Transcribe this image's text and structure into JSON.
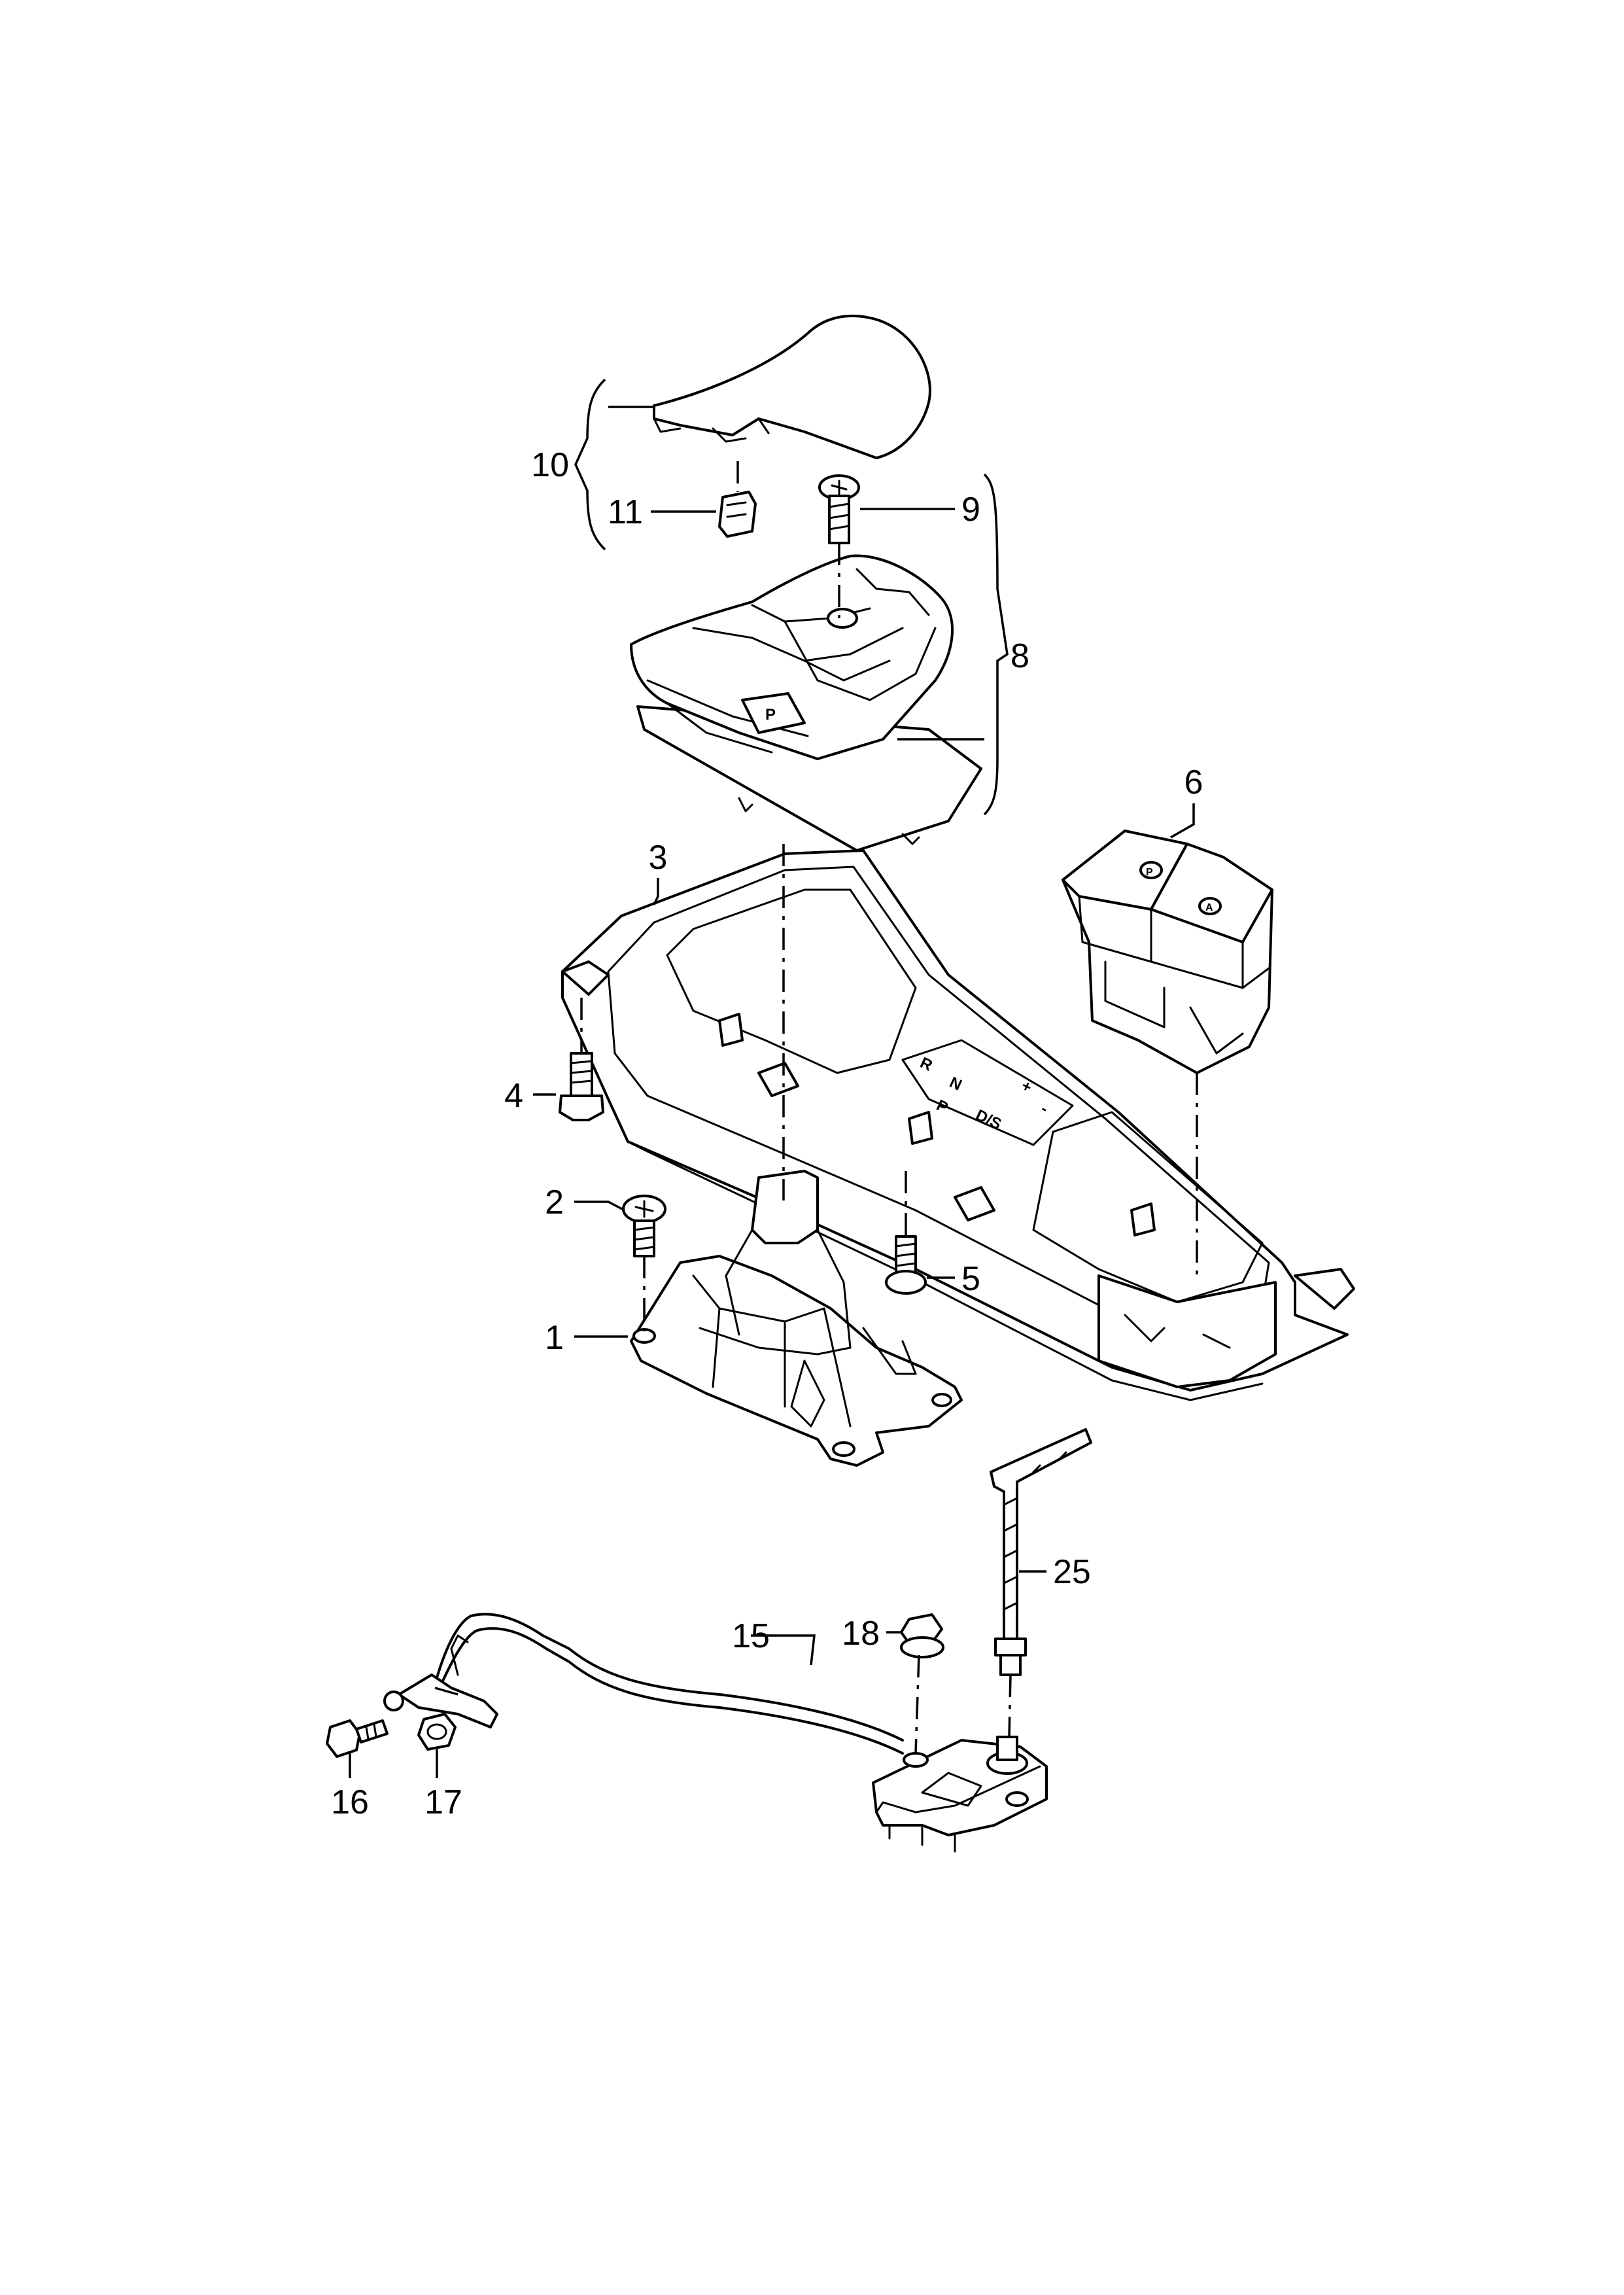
{
  "callouts": {
    "c1": "1",
    "c2": "2",
    "c3": "3",
    "c4": "4",
    "c5": "5",
    "c6": "6",
    "c8": "8",
    "c9": "9",
    "c10": "10",
    "c11": "11",
    "c15": "15",
    "c16": "16",
    "c17": "17",
    "c18": "18",
    "c25": "25"
  },
  "gate_labels": {
    "park_button": "P",
    "auto_hold_button": "A",
    "r": "R",
    "n": "N",
    "p": "P",
    "ds": "D/S",
    "plus": "+",
    "minus": "-"
  },
  "colors": {
    "line": "#000000",
    "background": "#ffffff"
  }
}
